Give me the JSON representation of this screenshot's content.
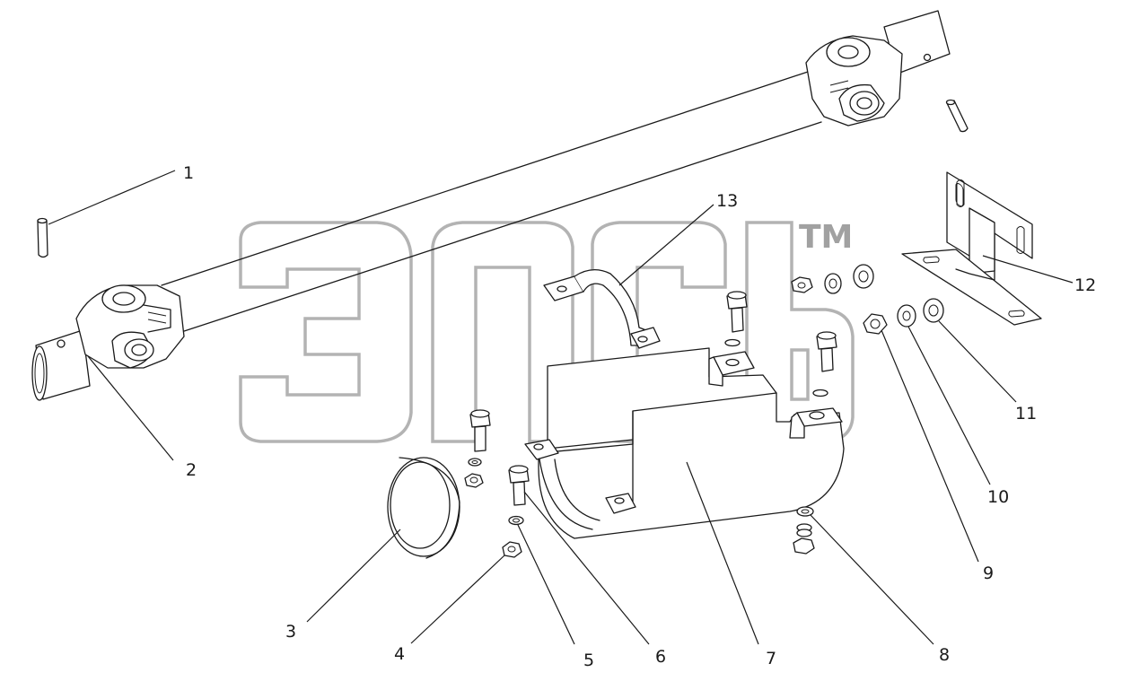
{
  "diagram": {
    "callouts": [
      {
        "id": "1",
        "label": "1"
      },
      {
        "id": "2",
        "label": "2"
      },
      {
        "id": "3",
        "label": "3"
      },
      {
        "id": "4",
        "label": "4"
      },
      {
        "id": "5",
        "label": "5"
      },
      {
        "id": "6",
        "label": "6"
      },
      {
        "id": "7",
        "label": "7"
      },
      {
        "id": "8",
        "label": "8"
      },
      {
        "id": "9",
        "label": "9"
      },
      {
        "id": "10",
        "label": "10"
      },
      {
        "id": "11",
        "label": "11"
      },
      {
        "id": "12",
        "label": "12"
      },
      {
        "id": "13",
        "label": "13"
      }
    ],
    "watermark": {
      "logo_text": "элсь",
      "trademark": "TM"
    }
  }
}
